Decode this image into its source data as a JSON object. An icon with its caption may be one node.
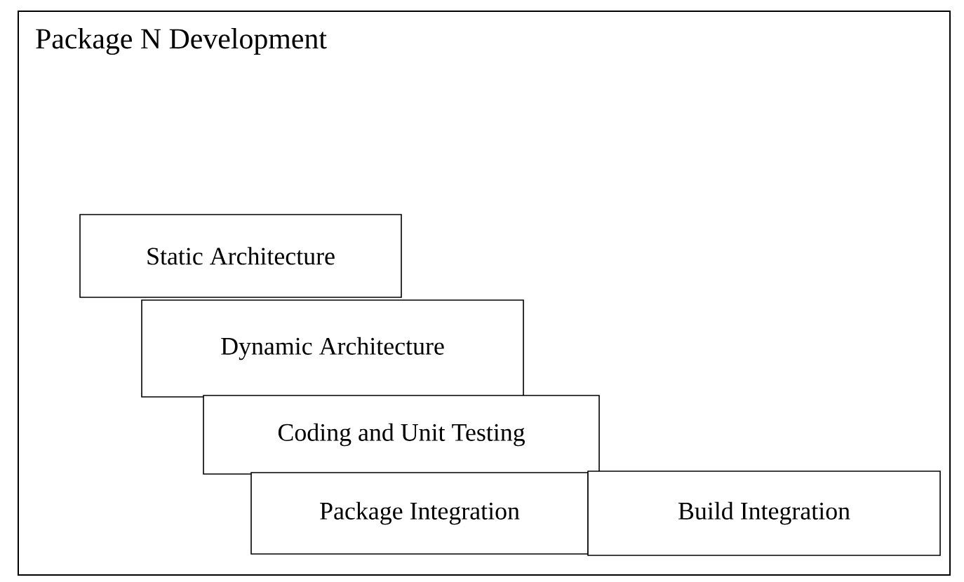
{
  "diagram": {
    "nodes": [
      {
        "text": [
          "Package N Development"
        ]
      },
      {
        "text": [
          "Static Architecture"
        ],
        "in": 0
      },
      {
        "text": [
          "Dynamic Architecture"
        ],
        "in": 0
      },
      {
        "text": [
          "Coding and Unit Testing"
        ],
        "in": 0
      },
      {
        "text": [
          "Package Integration"
        ],
        "in": 0
      },
      {
        "text": [
          "Build Integration"
        ],
        "in": 0
      }
    ]
  }
}
